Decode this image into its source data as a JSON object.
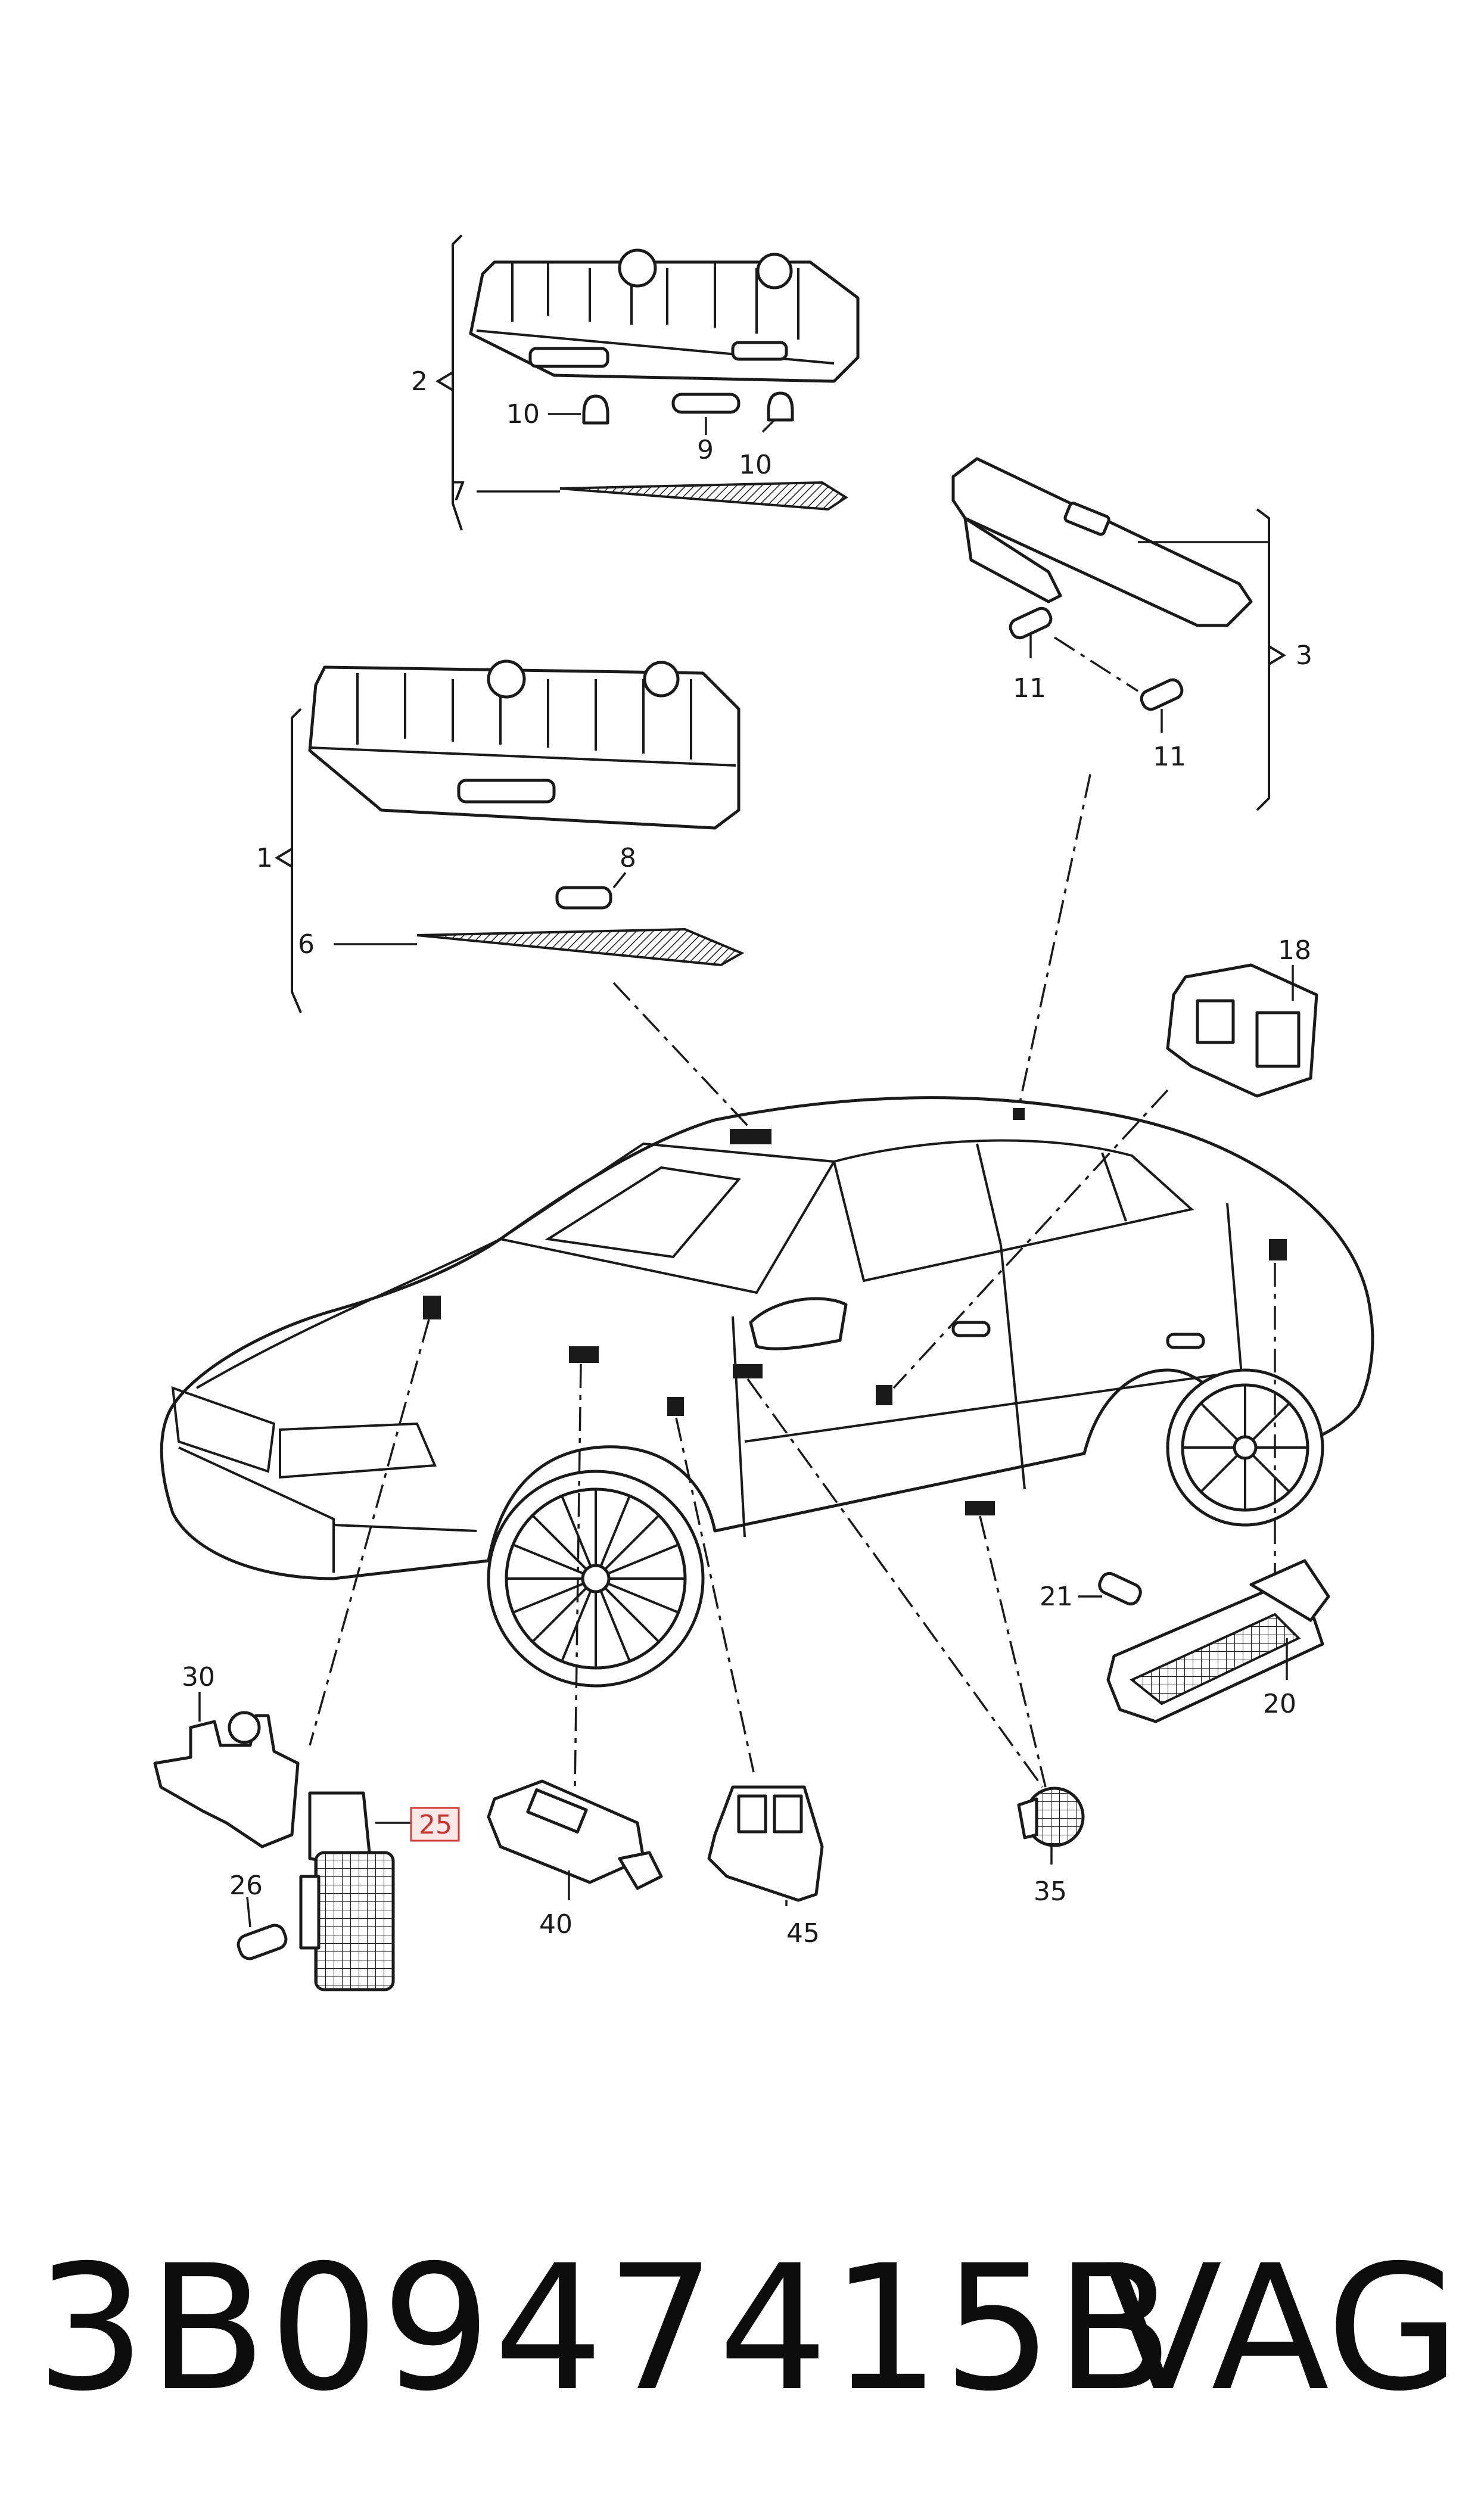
{
  "callouts": {
    "c1": "1",
    "c2": "2",
    "c3": "3",
    "c6": "6",
    "c7": "7",
    "c8": "8",
    "c9": "9",
    "c10a": "10",
    "c10b": "10",
    "c11a": "11",
    "c11b": "11",
    "c18": "18",
    "c20": "20",
    "c21": "21",
    "c25": "25",
    "c26": "26",
    "c30": "30",
    "c35": "35",
    "c40": "40",
    "c45": "45"
  },
  "highlighted_part": "25",
  "colors": {
    "line": "#1a1a1a",
    "highlight_fill": "#fde8e8",
    "highlight_stroke": "#d43b3b"
  },
  "footer": {
    "part_number": "3B0947415B",
    "brand": "VAG"
  }
}
